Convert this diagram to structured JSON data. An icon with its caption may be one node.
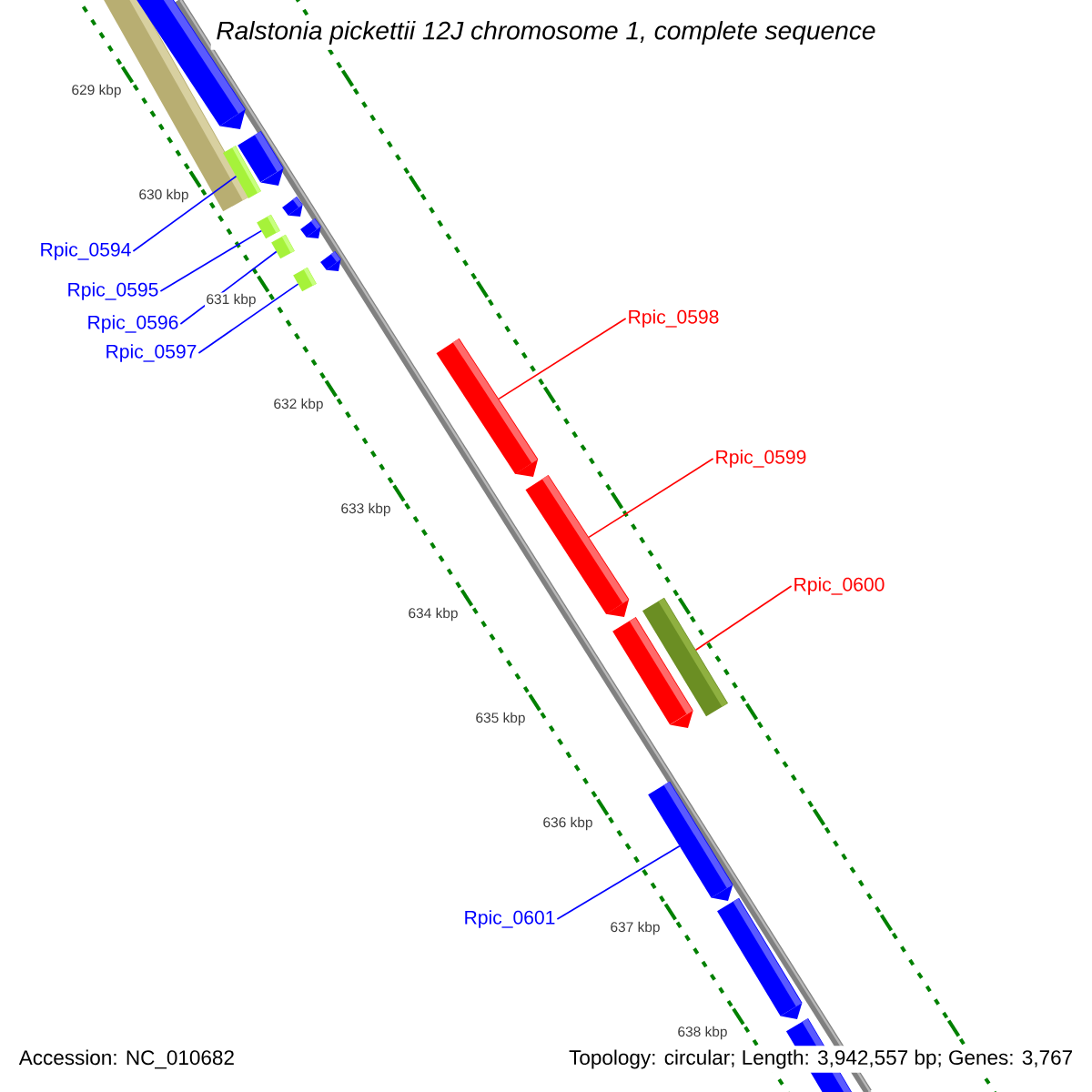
{
  "diagram": {
    "title": "*Ralstonia pickettii* 12J chromosome 1, complete sequence",
    "nodes": [
      {
        "text": [
          "Rpic_0594"
        ]
      },
      {
        "text": [
          "Rpic_0595"
        ]
      },
      {
        "text": [
          "Rpic_0596"
        ]
      },
      {
        "text": [
          "Rpic_0597"
        ]
      },
      {
        "text": [
          "Rpic_0598"
        ]
      },
      {
        "text": [
          "Rpic_0599"
        ]
      },
      {
        "text": [
          "Rpic_0600"
        ]
      },
      {
        "text": [
          "Rpic_0601"
        ]
      },
      {
        "text": [],
        "shape": "bar"
      },
      {
        "text": [],
        "shape": "bar"
      },
      {
        "text": [],
        "shape": "bar"
      },
      {
        "text": [],
        "shape": "bar"
      },
      {
        "text": [],
        "shape": "bar"
      },
      {
        "text": [],
        "shape": "bar"
      },
      {
        "text": [],
        "shape": "bar"
      },
      {
        "text": [],
        "shape": "bar"
      },
      {
        "text": [],
        "shape": "bar"
      },
      {
        "text": [],
        "shape": "bar"
      },
      {
        "text": [],
        "shape": "bar"
      },
      {
        "text": [],
        "shape": "bar"
      },
      {
        "text": [],
        "shape": "bar"
      },
      {
        "text": [],
        "shape": "bar"
      },
      {
        "text": [],
        "shape": "bar"
      },
      {
        "text": [],
        "shape": "bar"
      },
      {
        "text": [],
        "shape": "bar"
      }
    ],
    "edges": [
      {
        "from": 0,
        "to": 9,
        "arrow": "none",
        "color": "#0000ff"
      },
      {
        "from": 1,
        "to": 15,
        "arrow": "none",
        "color": "#0000ff"
      },
      {
        "from": 2,
        "to": 16,
        "arrow": "none",
        "color": "#0000ff"
      },
      {
        "from": 3,
        "to": 17,
        "arrow": "none",
        "color": "#0000ff"
      },
      {
        "from": 4,
        "to": 18,
        "arrow": "none",
        "color": "#ff0000"
      },
      {
        "from": 5,
        "to": 19,
        "arrow": "none",
        "color": "#ff0000"
      },
      {
        "from": 6,
        "to": 21,
        "arrow": "none",
        "color": "#ff0000"
      },
      {
        "from": 7,
        "to": 22,
        "arrow": "none",
        "color": "#0000ff"
      }
    ],
    "labels": [
      "629 kbp",
      "630 kbp",
      "631 kbp",
      "632 kbp",
      "633 kbp",
      "634 kbp",
      "635 kbp",
      "636 kbp",
      "637 kbp",
      "638 kbp",
      "Accession: NC_010682",
      "Topology: circular; Length: 3,942,557 bp; Genes: 3,767"
    ]
  }
}
